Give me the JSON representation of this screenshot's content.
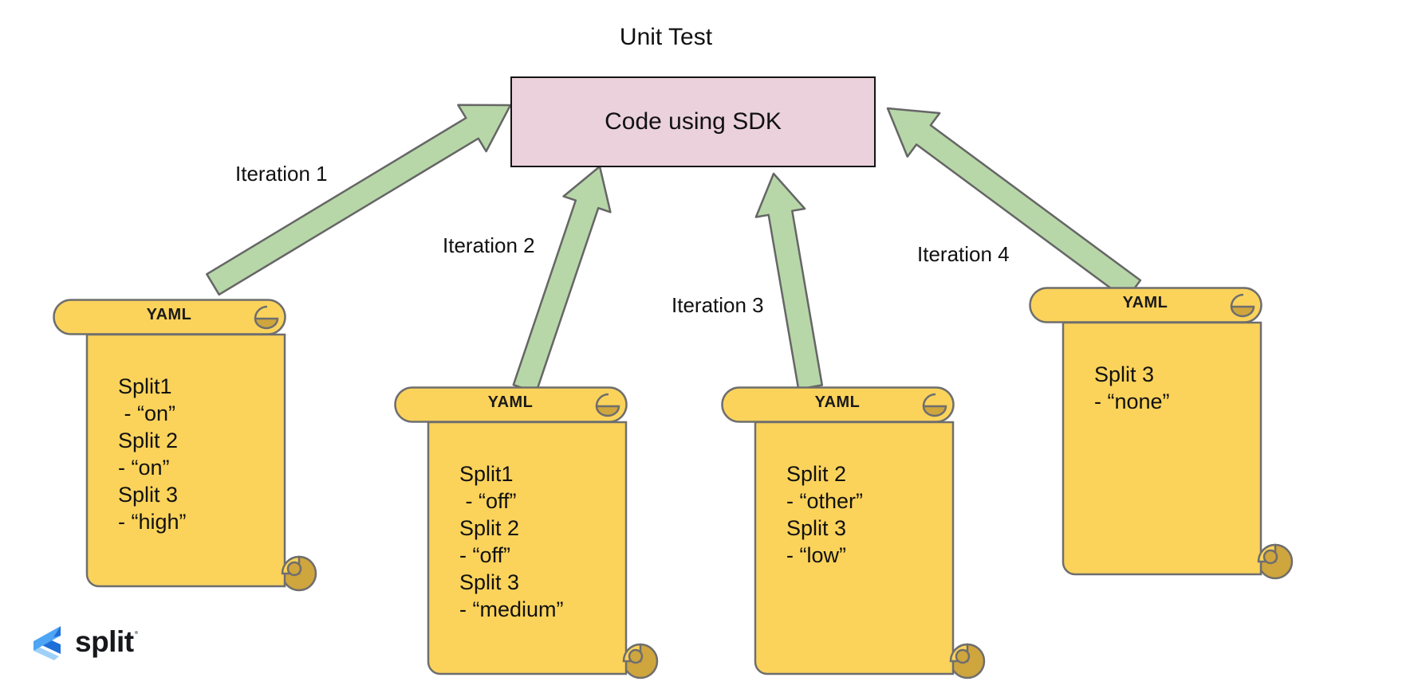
{
  "title": "Unit Test",
  "box": {
    "label": "Code using SDK"
  },
  "iterations": [
    {
      "label": "Iteration 1"
    },
    {
      "label": "Iteration 2"
    },
    {
      "label": "Iteration 3"
    },
    {
      "label": "Iteration 4"
    }
  ],
  "scrolls": [
    {
      "header": "YAML",
      "text": "Split1\n - “on”\nSplit 2\n- “on”\nSplit 3\n- “high”"
    },
    {
      "header": "YAML",
      "text": "Split1\n - “off”\nSplit 2\n- “off”\nSplit 3\n- “medium”"
    },
    {
      "header": "YAML",
      "text": "Split 2\n- “other”\nSplit 3\n- “low”"
    },
    {
      "header": "YAML",
      "text": "Split 3\n- “none”"
    }
  ],
  "logo": {
    "wordmark": "split"
  },
  "colors": {
    "box_fill": "#EAD1DC",
    "box_border": "#141414",
    "arrow_fill": "#B7D7A8",
    "arrow_stroke": "#666666",
    "scroll_fill": "#FBD35B",
    "scroll_curl": "#CFA53D",
    "scroll_stroke": "#6E6E6E",
    "logo_blue_light": "#4DA5F4",
    "logo_blue_dark": "#1E6FD9",
    "logo_blue_pale": "#8EC9F7"
  }
}
